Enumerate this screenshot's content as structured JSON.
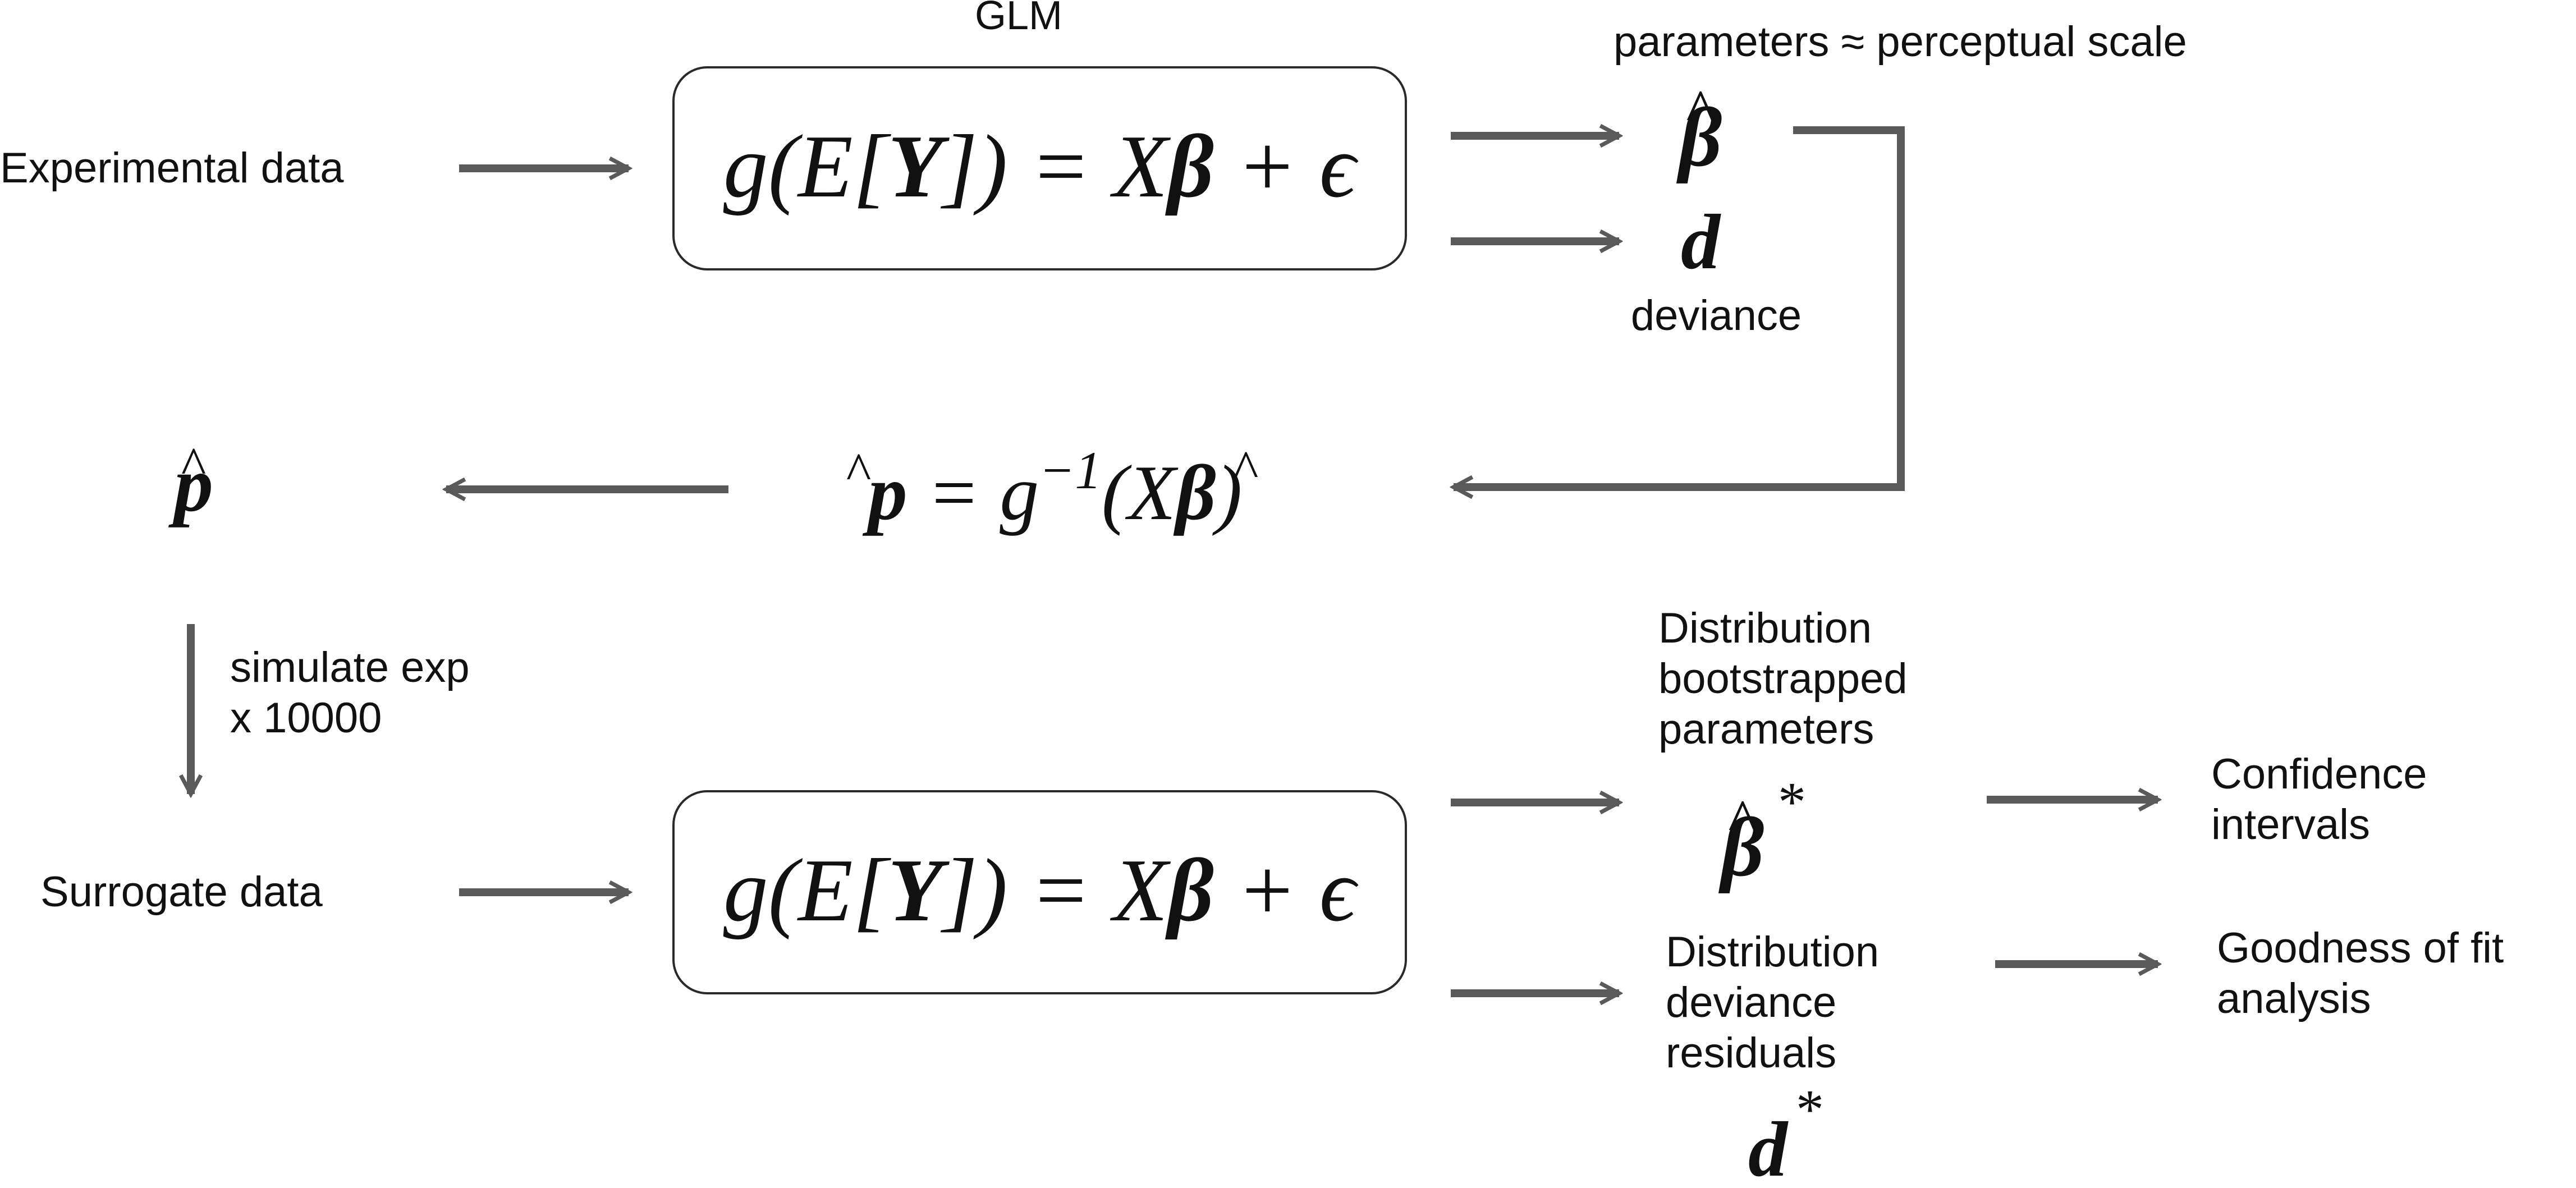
{
  "glm_title": "GLM",
  "params_caption": "parameters ≈ perceptual scale",
  "experimental_data": "Experimental data",
  "deviance": "deviance",
  "surrogate_data": "Surrogate data",
  "simulate_line1": "simulate exp",
  "simulate_line2": "x 10000",
  "dist_boot": [
    "Distribution",
    "bootstrapped",
    "parameters"
  ],
  "dist_dev": [
    "Distribution",
    "deviance",
    "residuals"
  ],
  "confidence": [
    "Confidence",
    "intervals"
  ],
  "goodness": [
    "Goodness of fit",
    "analysis"
  ],
  "equations": {
    "glm_lhs": "g(E[",
    "glm_Y": "Y",
    "glm_mid": "]) = X",
    "glm_beta": "β",
    "glm_rhs": " + ϵ",
    "p_hat_lhs": "p",
    "p_hat_eq": " = g",
    "p_hat_sup": "−1",
    "p_hat_open": "(X",
    "p_hat_beta": "β",
    "p_hat_close": ")",
    "hat_mark": "^",
    "beta": "β",
    "d": "d",
    "star": "*",
    "p": "p"
  },
  "colors": {
    "arrow": "#5a5a5a",
    "box_stroke": "#2a2a2a",
    "text": "#111111"
  }
}
